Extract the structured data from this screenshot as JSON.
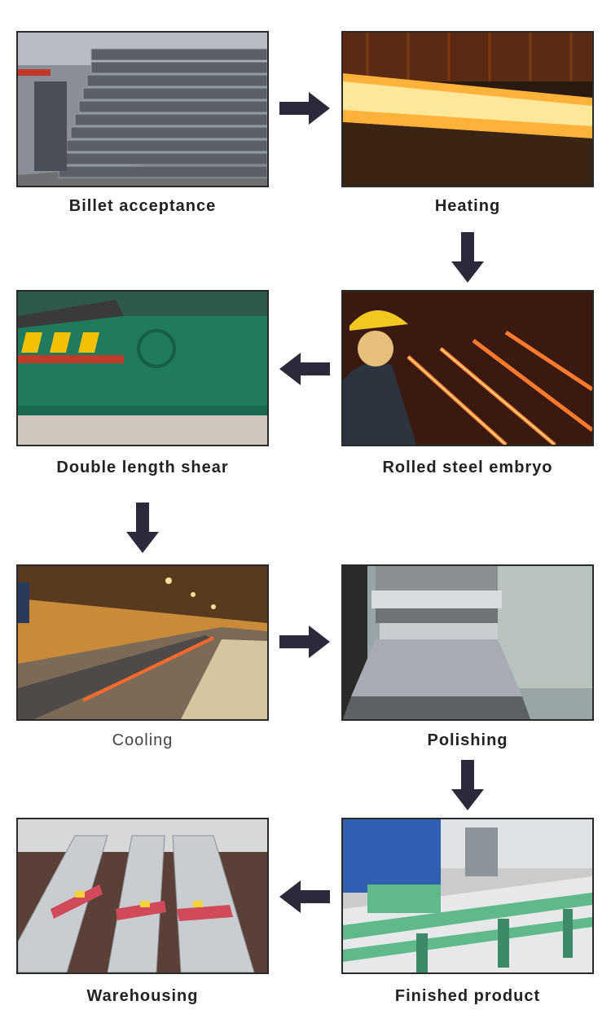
{
  "steps": [
    {
      "label": "Billet acceptance",
      "photo": "steel-billet-stacks"
    },
    {
      "label": "Heating",
      "photo": "heating-furnace"
    },
    {
      "label": "Rolled steel embryo",
      "photo": "rolling-mill-worker"
    },
    {
      "label": "Double length shear",
      "photo": "shear-machine"
    },
    {
      "label": "Cooling",
      "photo": "cooling-bed-hall"
    },
    {
      "label": "Polishing",
      "photo": "polishing-machine"
    },
    {
      "label": "Finished product",
      "photo": "finishing-line"
    },
    {
      "label": "Warehousing",
      "photo": "steel-bar-bundles"
    }
  ],
  "colors": {
    "arrow": "#2a2a3a",
    "label": "#222222"
  }
}
